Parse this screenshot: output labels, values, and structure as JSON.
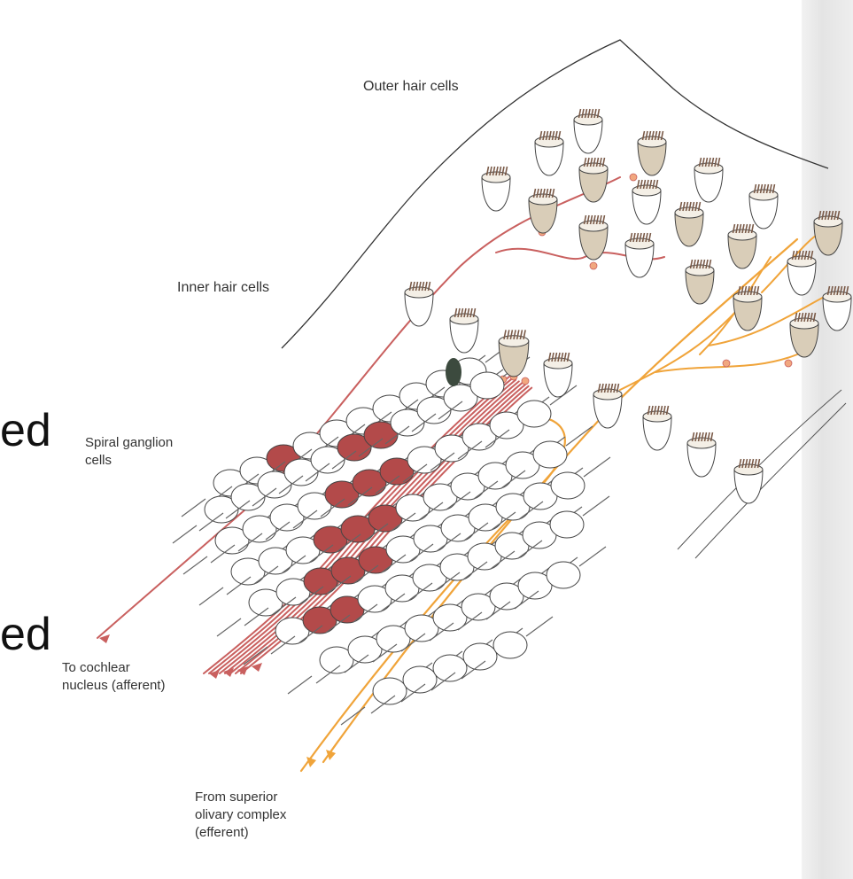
{
  "labels": {
    "outer_hair_cells": "Outer hair cells",
    "inner_hair_cells": "Inner hair cells",
    "spiral_ganglion_cells": "Spiral ganglion\ncells",
    "to_cochlear_nucleus": "To cochlear\nnucleus (afferent)",
    "from_superior_olivary": "From superior\nolivary complex\n(efferent)"
  },
  "fragments": {
    "upper": "ed",
    "lower": "ed"
  },
  "colors": {
    "afferent_fiber": "#c9605f",
    "efferent_fiber": "#f0a43a",
    "active_ganglion": "#b34a4a",
    "outer_hair_cell_body": "#d9cdb8",
    "stereocilia": "#7a5a48",
    "outline": "#444444"
  }
}
